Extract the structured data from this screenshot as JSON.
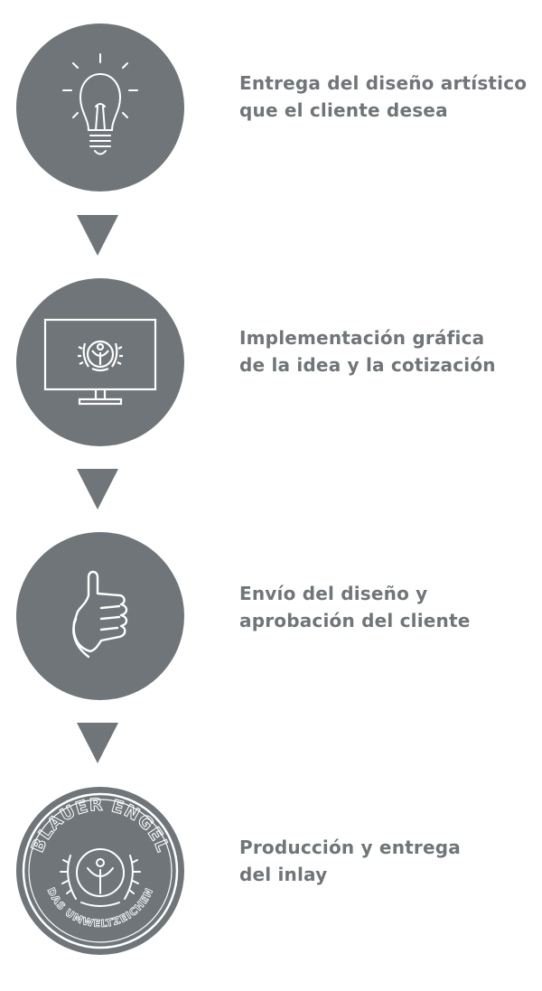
{
  "colors": {
    "circle": "#6f7579",
    "text": "#6f7579",
    "icon": "#ffffff"
  },
  "steps": [
    {
      "icon": "lightbulb-icon",
      "line1": "Entrega del diseño artístico",
      "line2": "que el cliente desea"
    },
    {
      "icon": "monitor-icon",
      "line1": "Implementación gráfica",
      "line2": "de la idea y la cotización"
    },
    {
      "icon": "thumbs-up-icon",
      "line1": "Envío del diseño y",
      "line2": "aprobación del cliente"
    },
    {
      "icon": "blue-angel-seal-icon",
      "line1": "Producción y entrega",
      "line2": "del inlay",
      "seal_top": "BLAUER ENGEL",
      "seal_bottom": "DAS UMWELTZEICHEN"
    }
  ]
}
